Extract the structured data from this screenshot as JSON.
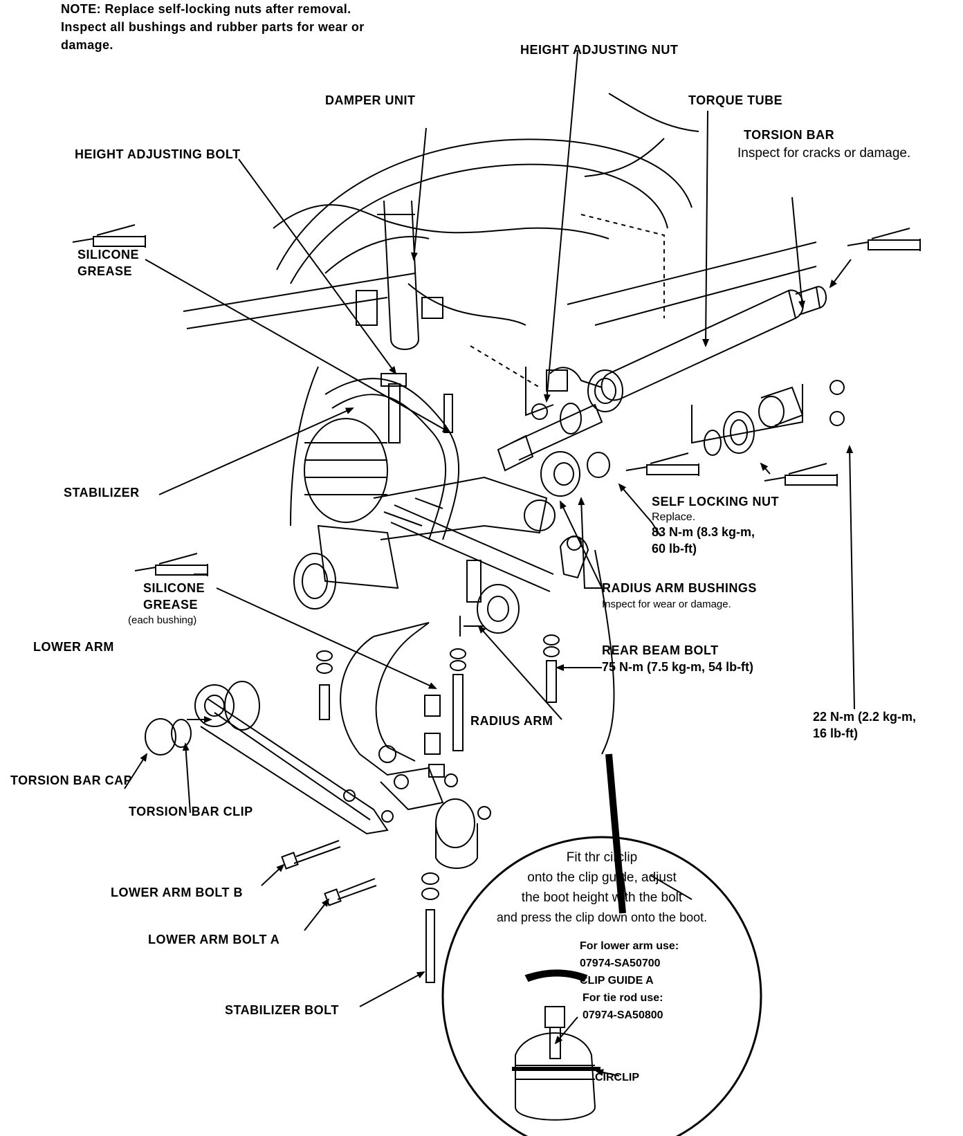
{
  "note": {
    "line1": "NOTE: Replace self-locking nuts after removal.",
    "line2": "Inspect all bushings and rubber parts for wear or",
    "line3": "damage."
  },
  "labels": {
    "height_adjusting_nut": "HEIGHT ADJUSTING NUT",
    "damper_unit": "DAMPER UNIT",
    "torque_tube": "TORQUE TUBE",
    "torsion_bar": "TORSION BAR",
    "torsion_bar_note": "Inspect for cracks or damage.",
    "height_adjusting_bolt": "HEIGHT ADJUSTING BOLT",
    "silicone_grease_1a": "SILICONE",
    "silicone_grease_1b": "GREASE",
    "stabilizer": "STABILIZER",
    "self_locking_nut": "SELF LOCKING NUT",
    "self_locking_nut_replace": "Replace.",
    "self_locking_nut_torque1": "83 N-m (8.3 kg-m,",
    "self_locking_nut_torque2": "60 lb-ft)",
    "silicone_grease_2a": "SILICONE",
    "silicone_grease_2b": "GREASE",
    "each_bushing": "(each bushing)",
    "radius_arm_bushings": "RADIUS ARM BUSHINGS",
    "radius_arm_bushings_note": "Inspect for wear or damage.",
    "lower_arm": "LOWER ARM",
    "rear_beam_bolt": "REAR BEAM BOLT",
    "rear_beam_bolt_torque": "75 N-m (7.5 kg-m, 54 lb-ft)",
    "radius_arm": "RADIUS ARM",
    "torque_22_1": "22 N-m (2.2 kg-m,",
    "torque_22_2": "16 lb-ft)",
    "torsion_bar_cap": "TORSION BAR CAP",
    "torsion_bar_clip": "TORSION BAR CLIP",
    "lower_arm_bolt_b": "LOWER ARM BOLT B",
    "lower_arm_bolt_a": "LOWER ARM BOLT A",
    "stabilizer_bolt": "STABILIZER BOLT",
    "grease_tag": "GREASE"
  },
  "callout": {
    "line1": "Fit thr circlip",
    "line2": "onto the clip guide, adjust",
    "line3": "the boot height with the bolt",
    "line4": "and press the clip down onto the boot.",
    "tool1": "For lower arm use:",
    "tool2": "07974-SA50700",
    "tool3": "CLIP GUIDE A",
    "tool4": "For tie rod use:",
    "tool5": "07974-SA50800",
    "circlip": "CIRCLIP"
  }
}
